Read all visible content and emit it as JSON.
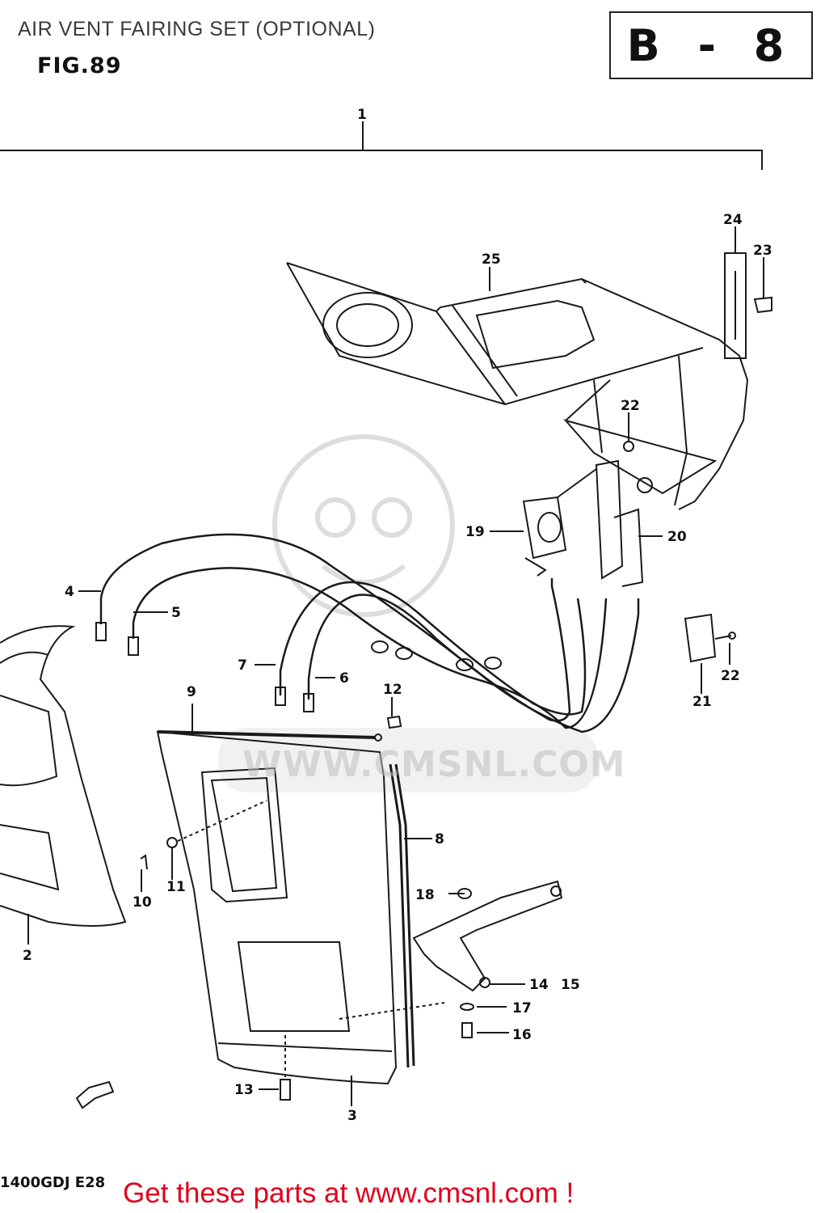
{
  "header": {
    "title": "AIR VENT FAIRING SET (OPTIONAL)",
    "figure": "FIG.89",
    "section": "B - 8"
  },
  "footer": {
    "model_code": "1400GDJ  E28",
    "call_to_action": "Get these parts at www.cmsnl.com !"
  },
  "watermark": {
    "text": "WWW.CMSNL.COM"
  },
  "callouts": {
    "c1": "1",
    "c2": "2",
    "c3": "3",
    "c4": "4",
    "c5": "5",
    "c6": "6",
    "c7": "7",
    "c8": "8",
    "c9": "9",
    "c10": "10",
    "c11": "11",
    "c12": "12",
    "c13": "13",
    "c14": "14",
    "c15": "15",
    "c16": "16",
    "c17": "17",
    "c18": "18",
    "c19": "19",
    "c20": "20",
    "c21": "21",
    "c22a": "22",
    "c22b": "22",
    "c23": "23",
    "c24": "24",
    "c25": "25"
  },
  "colors": {
    "line": "#1a1a1a",
    "cta": "#e0001b",
    "watermark": "#c8c8c8"
  }
}
